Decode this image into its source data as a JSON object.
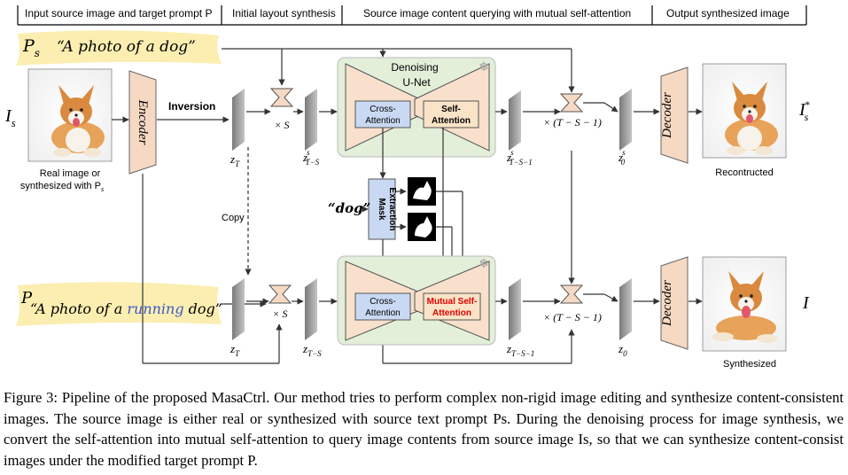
{
  "sections": [
    "Input source image and target prompt P",
    "Initial layout synthesis",
    "Source image content querying with mutual self-attention",
    "Output synthesized image"
  ],
  "source_prompt": {
    "symbol": "P",
    "subscript": "s",
    "text": "“A photo of a dog”"
  },
  "target_prompt": {
    "symbol": "P",
    "text_before": "“A photo of a ",
    "highlight": "running",
    "text_after": " dog”"
  },
  "input": {
    "symbol": "I",
    "subscript": "s",
    "caption_line1": "Real image or",
    "caption_line2": "synthesized with P",
    "caption_sub": "s"
  },
  "encoder_label": "Encoder",
  "decoder_label": "Decoder",
  "inversion_label": "Inversion",
  "copy_label": "Copy",
  "unet": {
    "title_line1": "Denoising",
    "title_line2": "U-Net"
  },
  "cross_attention": {
    "line1": "Cross-",
    "line2": "Attention"
  },
  "self_attention": {
    "line1": "Self-",
    "line2": "Attention"
  },
  "mutual_self_attention": {
    "line1": "Mutual Self-",
    "line2": "Attention",
    "color": "#e00000"
  },
  "mask_extraction": {
    "line1": "Mask",
    "line2": "Extraction"
  },
  "dog_token": "“dog”",
  "times_s": "× S",
  "times_rest": "× (T − S − 1)",
  "latents_top": {
    "zT": "z",
    "zT_sub": "T",
    "zTS": "z",
    "zTS_sup": "s",
    "zTS_sub": "T−S",
    "zTS1": "z",
    "zTS1_sup": "s",
    "zTS1_sub": "T−S−1",
    "z0": "z",
    "z0_sup": "s",
    "z0_sub": "0"
  },
  "latents_bottom": {
    "zT": "z",
    "zT_sub": "T",
    "zTS": "z",
    "zTS_sub": "T−S",
    "zTS1": "z",
    "zTS1_sub": "T−S−1",
    "z0": "z",
    "z0_sub": "0"
  },
  "reconstructed": {
    "label": "Recontructed",
    "symbol": "I",
    "sup": "*",
    "sub": "s"
  },
  "synthesized": {
    "label": "Synthesized",
    "symbol": "I"
  },
  "colors": {
    "prompt_highlight": "#fbeeb0",
    "encoder_fill": "#f6d9c3",
    "unet_bg": "#e3efd9",
    "unet_fill": "#f8e0cc",
    "attn_blue": "#c9d9f3",
    "attn_orange": "#fae3c6",
    "running_blue": "#3a59c9"
  },
  "caption": "Figure 3: Pipeline of the proposed MasaCtrl. Our method tries to perform complex non-rigid image editing and synthesize content-consistent images. The source image is either real or synthesized with source text prompt Ps. During the denoising process for image synthesis, we convert the self-attention into mutual self-attention to query image contents from source image Is, so that we can synthesize content-consist images under the modified target prompt P."
}
